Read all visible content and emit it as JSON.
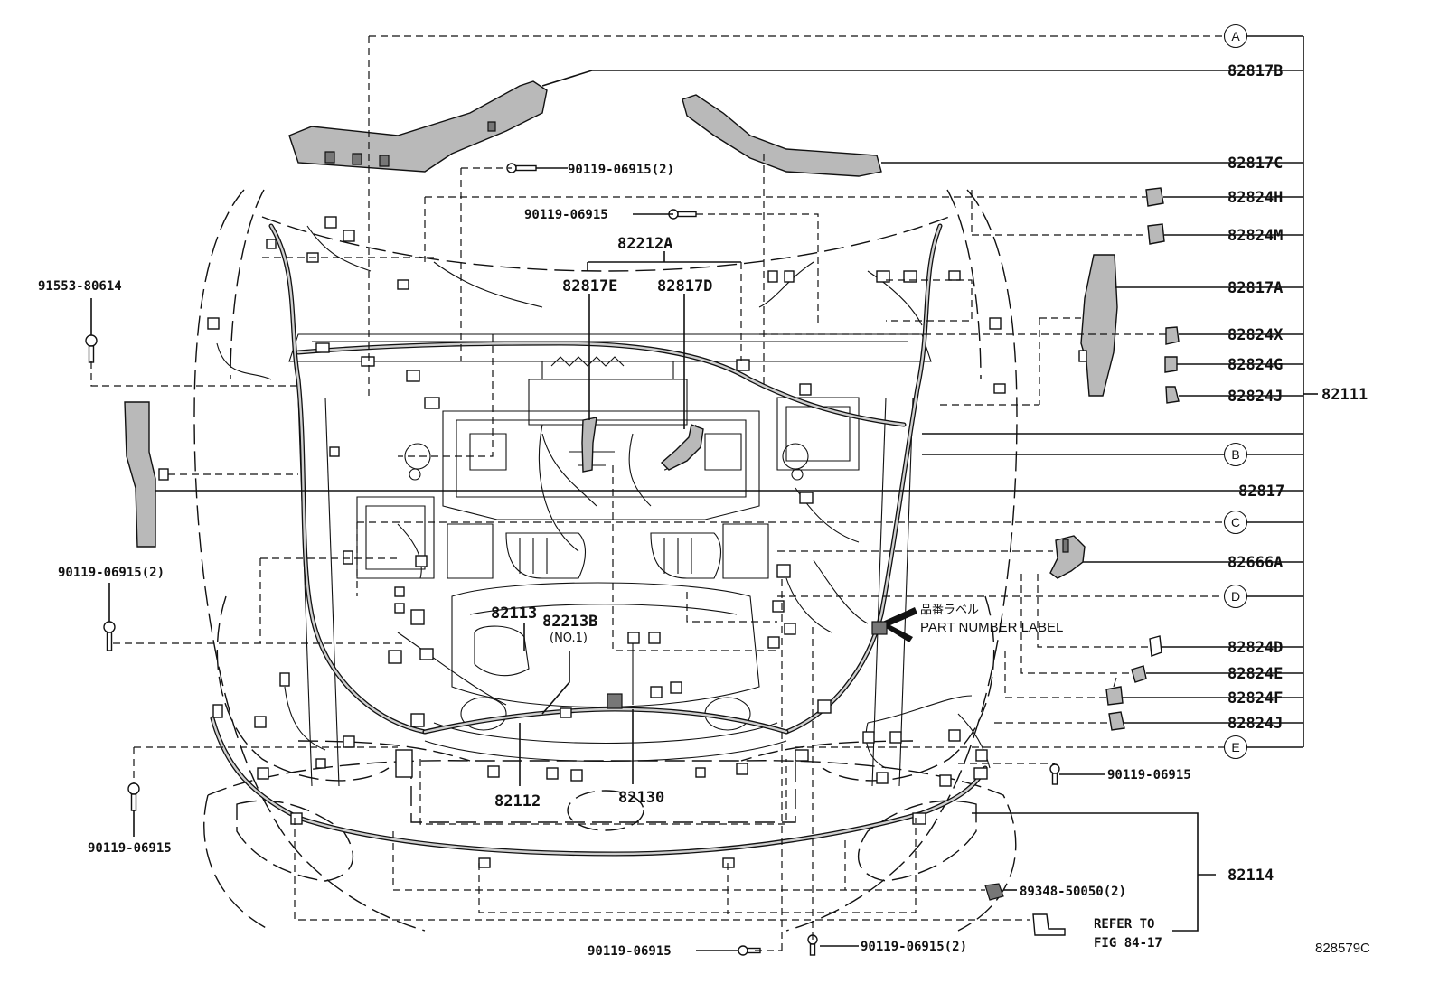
{
  "diagram": {
    "figure_code": "828579C",
    "callouts": {
      "A": "A",
      "B": "B",
      "C": "C",
      "D": "D",
      "E": "E"
    },
    "labels": {
      "p82817B": "82817B",
      "p82817C": "82817C",
      "p82824H": "82824H",
      "p82824M": "82824M",
      "p82817A": "82817A",
      "p82824X": "82824X",
      "p82824G": "82824G",
      "p82824J_top": "82824J",
      "p82111": "82111",
      "p82817": "82817",
      "p82666A": "82666A",
      "p82824D": "82824D",
      "p82824E": "82824E",
      "p82824F": "82824F",
      "p82824J_bottom": "82824J",
      "p82114": "82114",
      "p82212A": "82212A",
      "p82817E": "82817E",
      "p82817D": "82817D",
      "p82113": "82113",
      "p82213B": "82213B",
      "p82213B_note": "(NO.1)",
      "p82112": "82112",
      "p82130": "82130",
      "b91553": "91553-80614",
      "b90119_top_left": "90119-06915(2)",
      "b90119_top_mid": "90119-06915",
      "b90119_left_mid": "90119-06915(2)",
      "b90119_left_bottom": "90119-06915",
      "b90119_right": "90119-06915",
      "b90119_bottom_center": "90119-06915",
      "b90119_bottom_right": "90119-06915(2)",
      "clip_89348": "89348-50050(2)",
      "part_number_label_jp": "品番ラベル",
      "part_number_label": "PART NUMBER LABEL",
      "refer_to_line1": "REFER TO",
      "refer_to_line2": "FIG 84-17"
    }
  }
}
